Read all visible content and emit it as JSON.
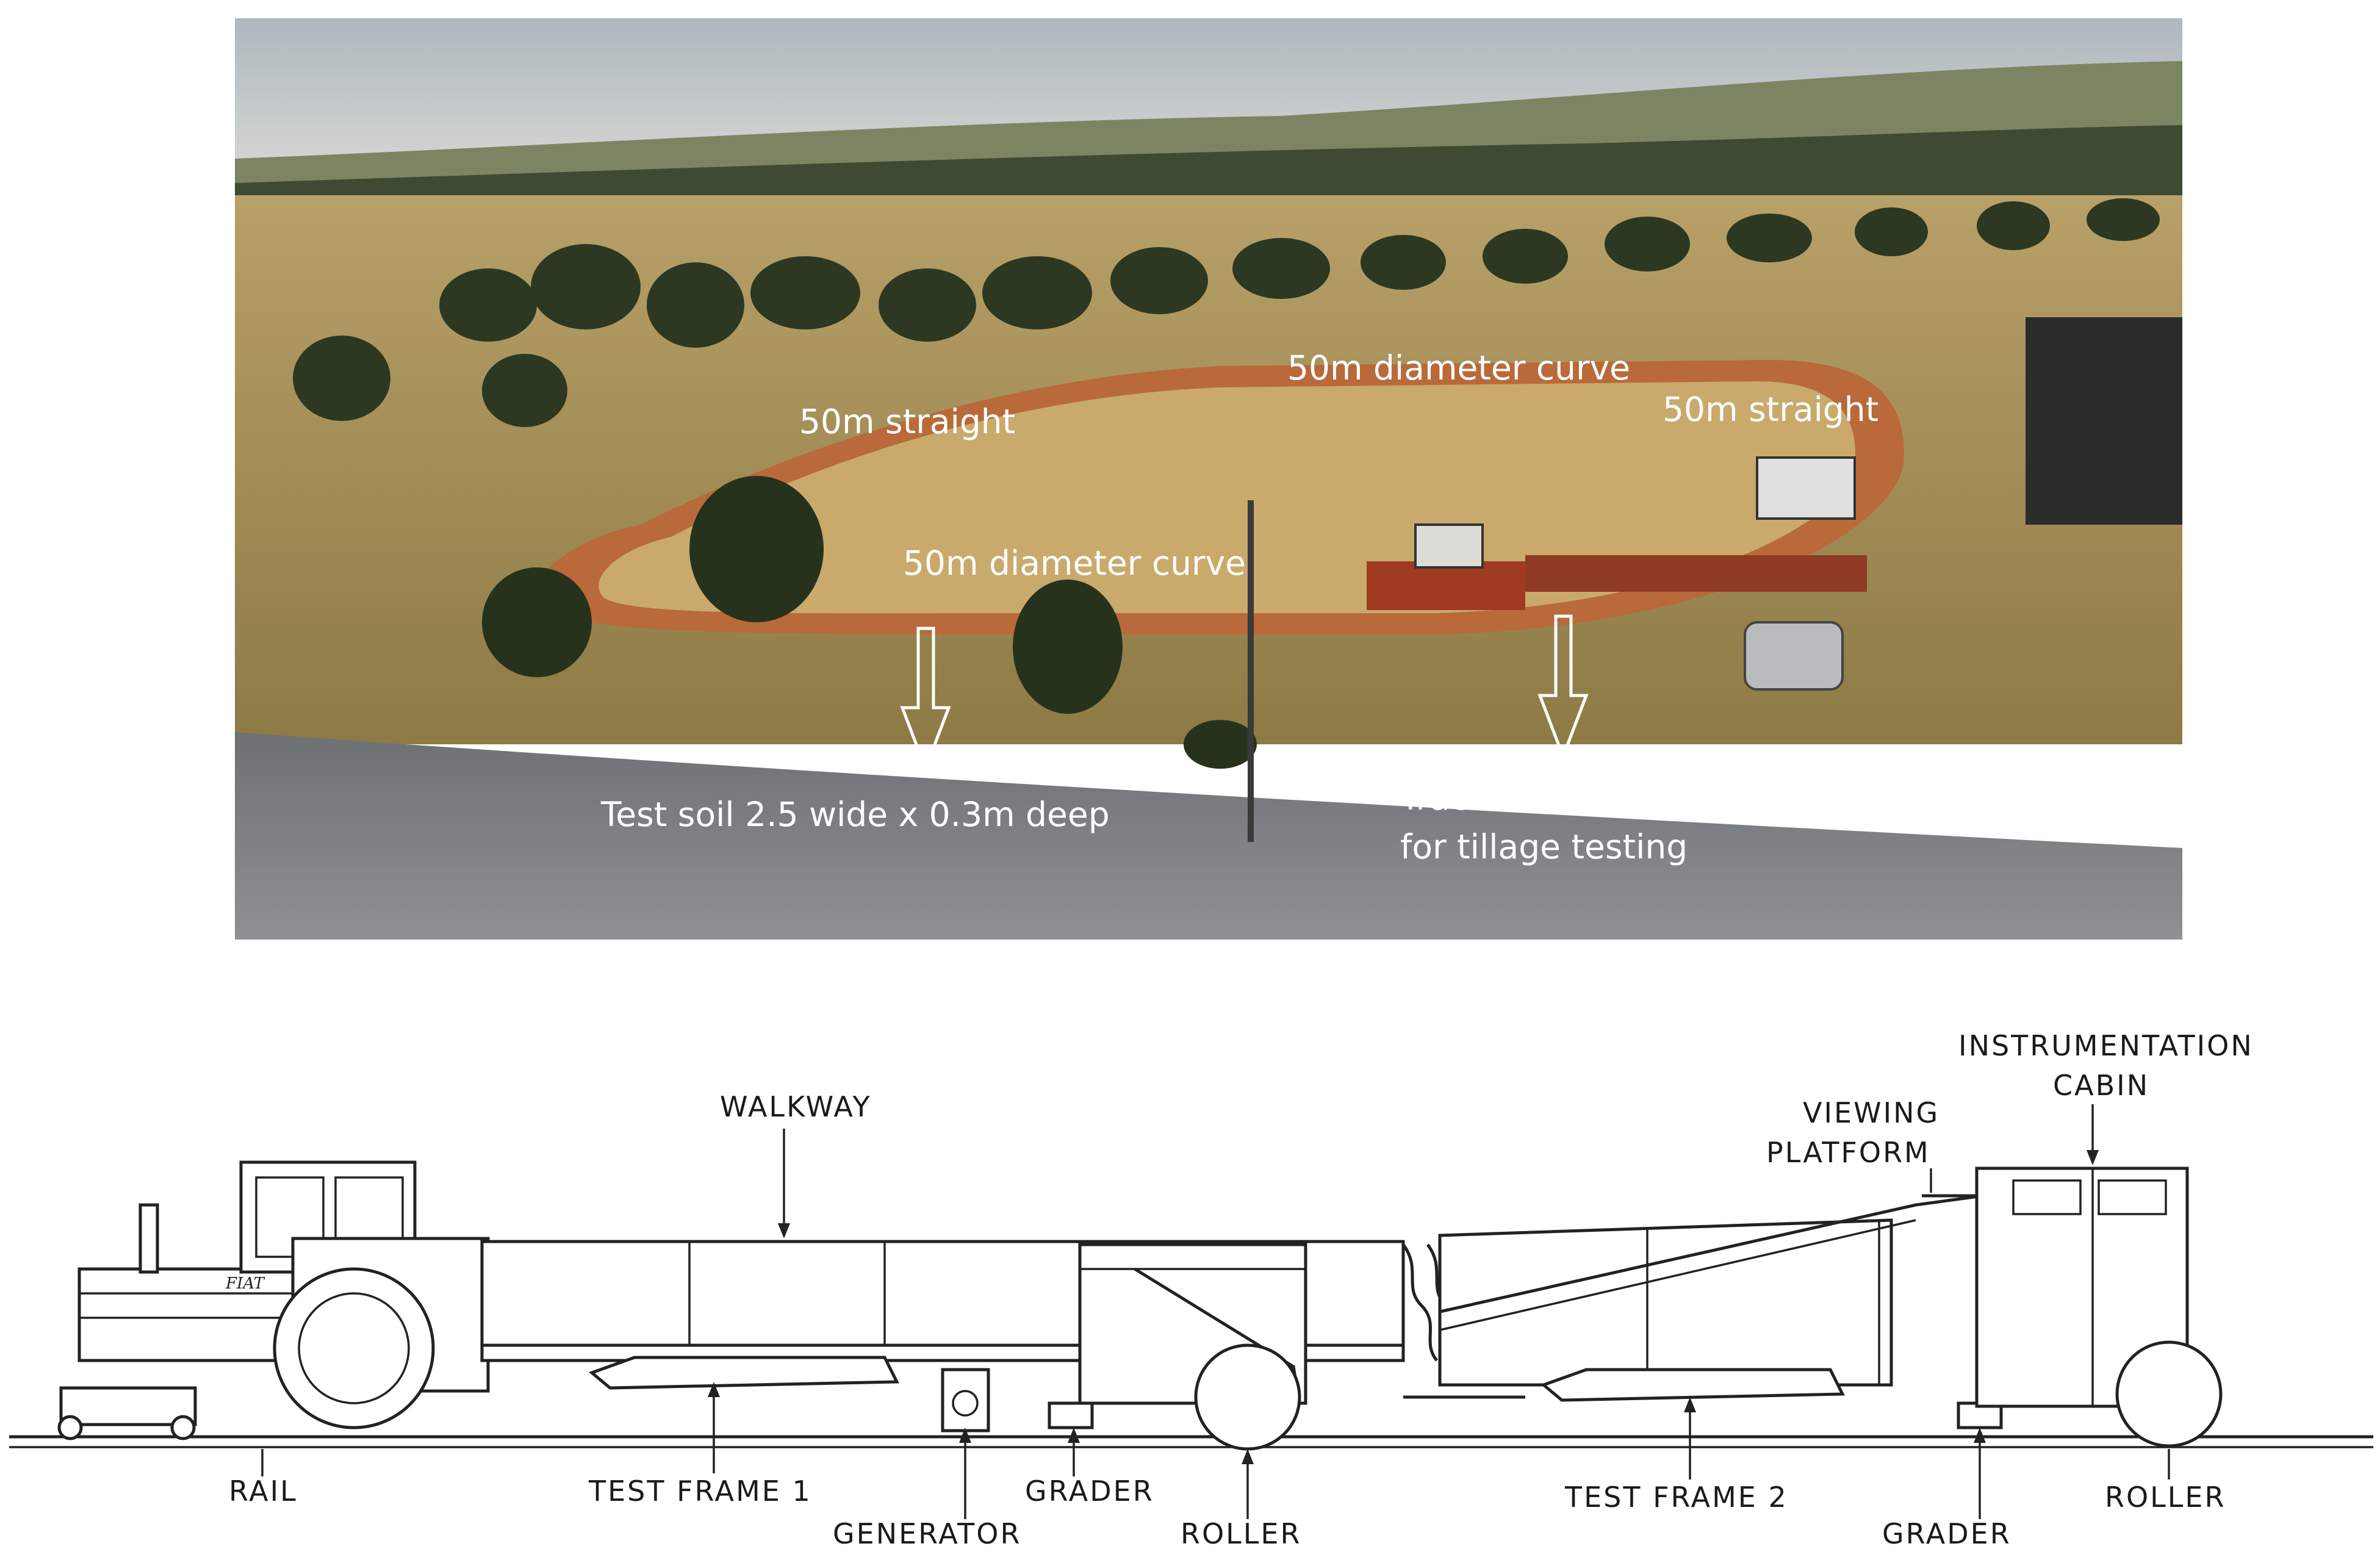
{
  "photo": {
    "labels": {
      "straight_left": "50m straight",
      "curve_top": "50m diameter curve",
      "straight_right": "50m straight",
      "curve_bottom": "50m diameter curve",
      "soil_line": "Test soil 2.5 wide x 0.3m deep",
      "tractor_line1": "Tractor towing trolleys",
      "tractor_line2": "for tillage testing"
    }
  },
  "diagram": {
    "labels": {
      "walkway": "WALKWAY",
      "instrumentation_line1": "INSTRUMENTATION",
      "instrumentation_line2": "CABIN",
      "viewing_line1": "VIEWING",
      "viewing_line2": "PLATFORM",
      "rail": "RAIL",
      "test_frame_1": "TEST FRAME 1",
      "generator": "GENERATOR",
      "grader_1": "GRADER",
      "roller_1": "ROLLER",
      "test_frame_2": "TEST FRAME 2",
      "grader_2": "GRADER",
      "roller_2": "ROLLER",
      "tractor_badge": "FIAT"
    }
  },
  "colors": {
    "sky": "#c9cfd3",
    "hills": "#6f7a5e",
    "field": "#c1a160",
    "track": "#b86a3a",
    "trees": "#2e3a22",
    "road": "#7d7f80",
    "label_text": "#ffffff",
    "line_art": "#222222"
  }
}
